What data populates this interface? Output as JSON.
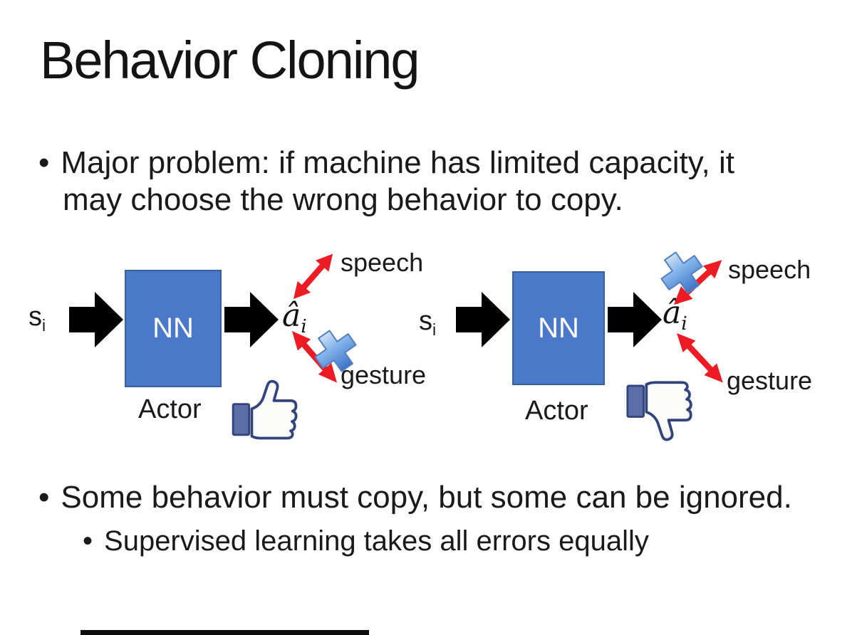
{
  "slide": {
    "title": "Behavior Cloning",
    "bullet_marker": "•",
    "bullet1_line1": "Major problem: if machine has limited capacity, it",
    "bullet1_line2": "may choose the wrong behavior to copy.",
    "bullet2": "Some behavior must copy, but some can be ignored.",
    "bullet2_sub": "Supervised learning takes all errors equally"
  },
  "diagram_left": {
    "input_base": "s",
    "input_sub": "i",
    "nn_label": "NN",
    "output_base": "â",
    "output_sub": "i",
    "speech_label": "speech",
    "gesture_label": "gesture",
    "actor_label": "Actor",
    "crossed_action": "gesture",
    "feedback_icon": "thumbs-up-icon"
  },
  "diagram_right": {
    "input_base": "s",
    "input_sub": "i",
    "nn_label": "NN",
    "output_base": "â",
    "output_sub": "i",
    "speech_label": "speech",
    "gesture_label": "gesture",
    "actor_label": "Actor",
    "crossed_action": "speech",
    "feedback_icon": "thumbs-down-icon"
  },
  "colors": {
    "nn_fill": "#4b79c9",
    "nn_border": "#3a5f9f",
    "arrow_black": "#000000",
    "arrow_red": "#ed1c24",
    "cross_blue": "#4a86d8",
    "thumb_navy": "#32447e",
    "text": "#1a1a1a"
  }
}
